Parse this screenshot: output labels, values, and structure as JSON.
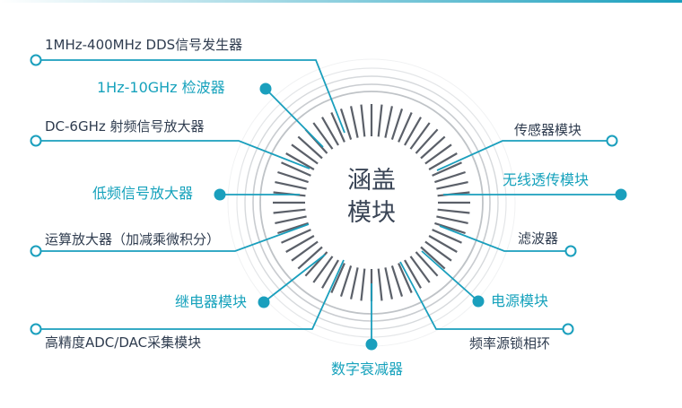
{
  "center": {
    "line1": "涵盖",
    "line2": "模块"
  },
  "colors": {
    "accent": "#1a9fbd",
    "text": "#2f3c4f",
    "teal_text": "#16a2bc",
    "ring": "#d3d6d9"
  },
  "modules": {
    "dds": "1MHz-400MHz   DDS信号发生器",
    "detector": "1Hz-10GHz   检波器",
    "rf_amp": "DC-6GHz   射频信号放大器",
    "lf_amp": "低频信号放大器",
    "opamp": "运算放大器（加减乘微积分）",
    "relay": "继电器模块",
    "adc_dac": "高精度ADC/DAC采集模块",
    "attenuator": "数字衰减器",
    "sensor": "传感器模块",
    "wireless": "无线透传模块",
    "filter": "滤波器",
    "power": "电源模块",
    "pll": "频率源锁相环"
  }
}
